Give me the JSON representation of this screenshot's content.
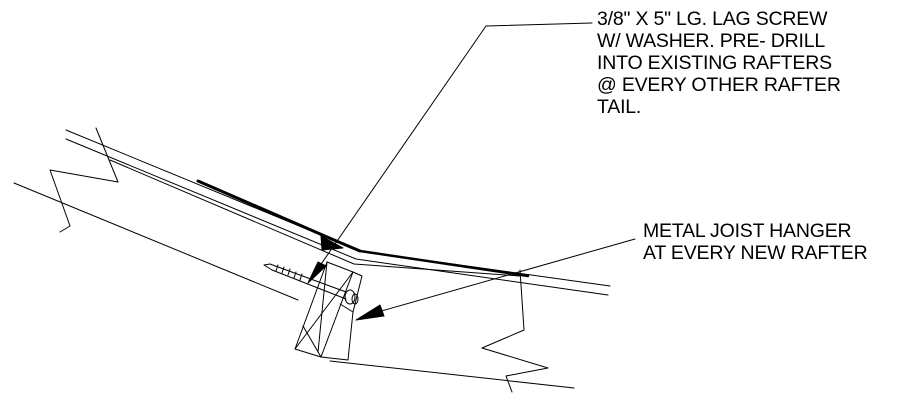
{
  "notes": {
    "lag_screw": {
      "lines": [
        "3/8\" X 5\" LG. LAG SCREW",
        "W/ WASHER. PRE- DRILL",
        "INTO EXISTING RAFTERS",
        "@ EVERY OTHER RAFTER",
        "TAIL."
      ]
    },
    "joist_hanger": {
      "lines": [
        "METAL JOIST HANGER",
        "AT EVERY NEW RAFTER"
      ]
    }
  },
  "colors": {
    "line": "#000000",
    "background": "#ffffff"
  }
}
